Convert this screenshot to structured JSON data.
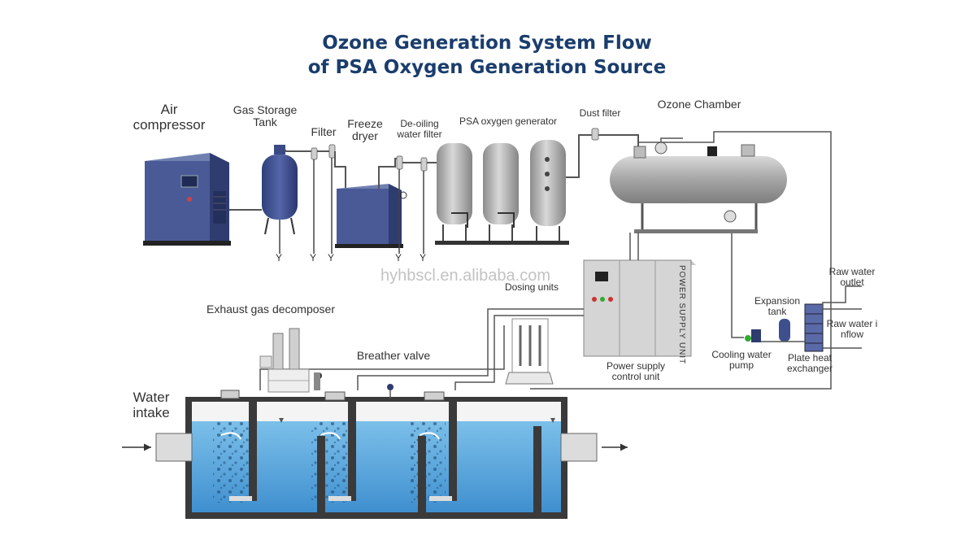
{
  "title": {
    "line1": "Ozone Generation System Flow",
    "line2": "of PSA Oxygen Generation Source"
  },
  "labels": {
    "air_compressor": [
      "Air",
      "compressor"
    ],
    "gas_storage_tank": [
      "Gas Storage",
      "Tank"
    ],
    "filter": "Filter",
    "freeze_dryer": [
      "Freeze",
      "dryer"
    ],
    "de_oiling_filter": [
      "De-oiling",
      "water filter"
    ],
    "psa_oxygen_generator": "PSA oxygen generator",
    "dust_filter": "Dust filter",
    "ozone_chamber": "Ozone Chamber",
    "dosing_units": "Dosing units",
    "power_supply_control_unit": [
      "Power supply",
      "control unit"
    ],
    "power_supply_unit_panel": "POWER SUPPLY UNIT",
    "exhaust_gas_decomposer": "Exhaust gas decomposer",
    "breather_valve": "Breather valve",
    "water_intake": [
      "Water",
      "intake"
    ],
    "raw_water_outlet": [
      "Raw water",
      "outlet"
    ],
    "raw_water_inflow": [
      "Raw water i",
      "nflow"
    ],
    "expansion_tank": [
      "Expansion",
      "tank"
    ],
    "cooling_water_pump": [
      "Cooling water",
      "pump"
    ],
    "plate_heat_exchanger": [
      "Plate heat",
      "exchanger"
    ],
    "drain_mark": "Y"
  },
  "watermark": "hyhbscl.en.alibaba.com",
  "colors": {
    "title": "#1a3d6d",
    "equipment_blue": "#3d4f8c",
    "equipment_grey": "#a8a8a8",
    "water": "#5aa8dc",
    "pipe": "#555555",
    "tank_outline": "#2b2b2b"
  }
}
